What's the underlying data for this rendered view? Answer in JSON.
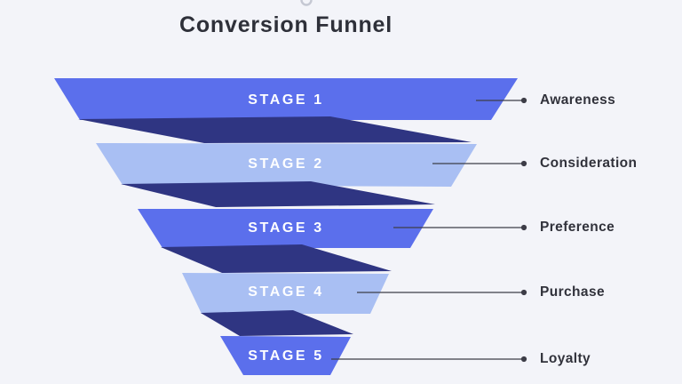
{
  "title": "Conversion Funnel",
  "colors": {
    "background": "#F3F4F9",
    "stage_blue": "#5B6FEC",
    "stage_light_blue": "#A9BFF3",
    "fold_navy": "#2F3582",
    "stage_label_text": "#FFFFFF",
    "heading_text": "#2E3039",
    "side_label_text": "#31323B",
    "connector_line": "#3D3D47",
    "artifact_gray": "#B6BAC6"
  },
  "funnel": {
    "type": "funnel",
    "orientation": "top-wide",
    "stages": [
      {
        "stage_label": "STAGE 1",
        "name": "Awareness",
        "fill": "#5B6FEC"
      },
      {
        "stage_label": "STAGE 2",
        "name": "Consideration",
        "fill": "#A9BFF3"
      },
      {
        "stage_label": "STAGE 3",
        "name": "Preference",
        "fill": "#5B6FEC"
      },
      {
        "stage_label": "STAGE 4",
        "name": "Purchase",
        "fill": "#A9BFF3"
      },
      {
        "stage_label": "STAGE 5",
        "name": "Loyalty",
        "fill": "#5B6FEC"
      }
    ]
  }
}
